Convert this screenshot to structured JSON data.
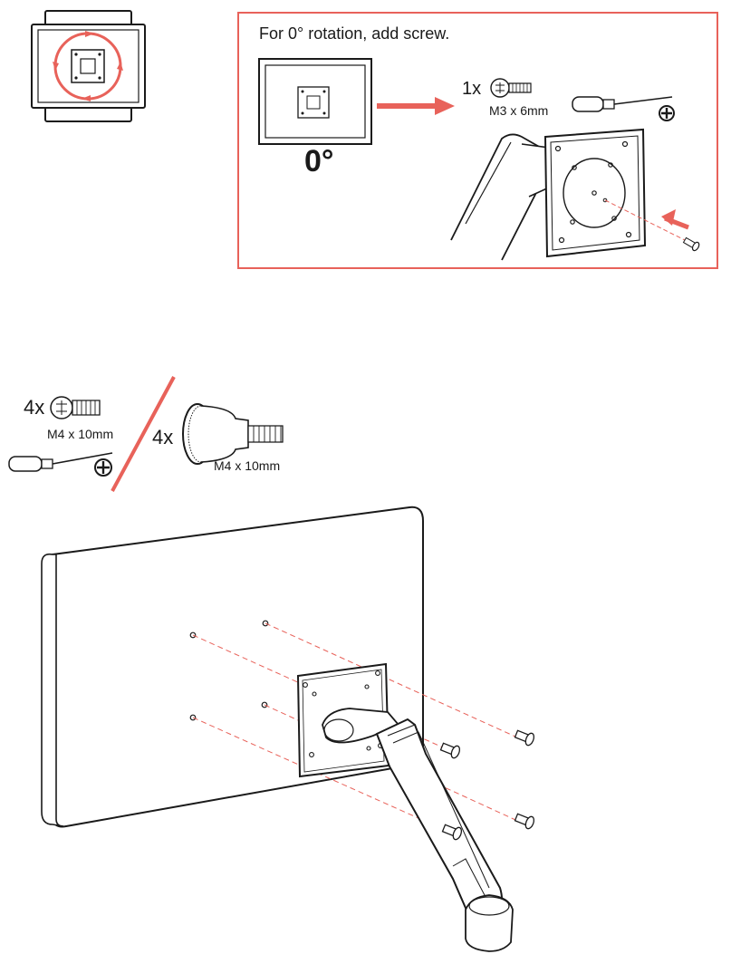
{
  "colors": {
    "accent": "#e8625a",
    "line": "#1a1a1a",
    "background": "#ffffff"
  },
  "callout": {
    "instruction": "For 0° rotation, add screw.",
    "angle_label": "0°",
    "screw_qty": "1x",
    "screw_size": "M3 x 6mm",
    "tool_icon": "phillips-screwdriver-icon"
  },
  "options": {
    "screw_qty": "4x",
    "screw_size": "M4 x 10mm",
    "thumbscrew_qty": "4x",
    "thumbscrew_size": "M4 x 10mm",
    "tool_icon": "phillips-screwdriver-icon"
  }
}
